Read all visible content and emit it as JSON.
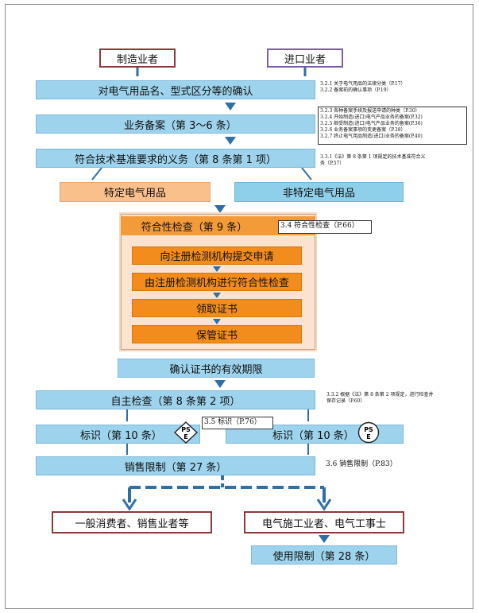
{
  "top": {
    "manufacturer": "制造业者",
    "importer": "进口业者"
  },
  "steps": {
    "confirm_category": "对电气用品名、型式区分等的确认",
    "business_filing": "业务备案（第 3～6 条）",
    "obligation": "符合技术基准要求的义务（第 8 条第 1 项）",
    "specified": "特定电气用品",
    "non_specified": "非特定电气用品",
    "conformity_title": "符合性检查（第 9 条）",
    "apply": "向注册检测机构提交申请",
    "inspect": "由注册检测机构进行符合性检查",
    "receive": "领取证书",
    "keep": "保管证书",
    "validity": "确认证书的有效期限",
    "self_inspection": "自主检查（第 8 条第 2 项）",
    "label_left": "标识（第 10 条）",
    "label_right": "标识（第 10 条）",
    "sales_restriction": "销售限制（第 27 条）",
    "consumers": "一般消费者、销售业者等",
    "contractors": "电气施工业者、电气工事士",
    "use_restriction": "使用限制（第 28 条）"
  },
  "refs": {
    "r1": [
      "3.2.1 关于电气用品的法律分类（P.17）",
      "3.2.2 备案前的确认事项（P.19）"
    ],
    "r2": [
      "3.2.3 各种备案手续及报送申请的种类（P.30）",
      "3.2.4 开始制造(进口)电气产品业务的备案(P.32)",
      "3.2.5 继受制造(进口)电气产品业务的备案(P.36)",
      "3.2.6 业务备案事项的变更备案（P.38）",
      "3.2.7 终止电气用品制造(进口)业务的备案(P.40)"
    ],
    "r3": [
      "3.3.1《法》第 8 条第 1 项规定的技术基准符合义",
      "务（P.57）"
    ],
    "r4": "3.4 符合性检查（P.66）",
    "r5": [
      "3.3.2 根据《法》第 8 条第 2 项规定，进行检查并",
      "保存记录（P.60）"
    ],
    "r6": "3.5 标识（P.76）",
    "r7": "3.6 销售限制（P.83）"
  },
  "marks": {
    "pse": "PSE"
  },
  "colors": {
    "blue_box": "#9dd3ec",
    "orange": "#f28c1c",
    "peach": "#f9c08c",
    "arrow": "#2e6fa6",
    "outline_red": "#8b3a3a",
    "outline_purple": "#7a5ea8"
  }
}
